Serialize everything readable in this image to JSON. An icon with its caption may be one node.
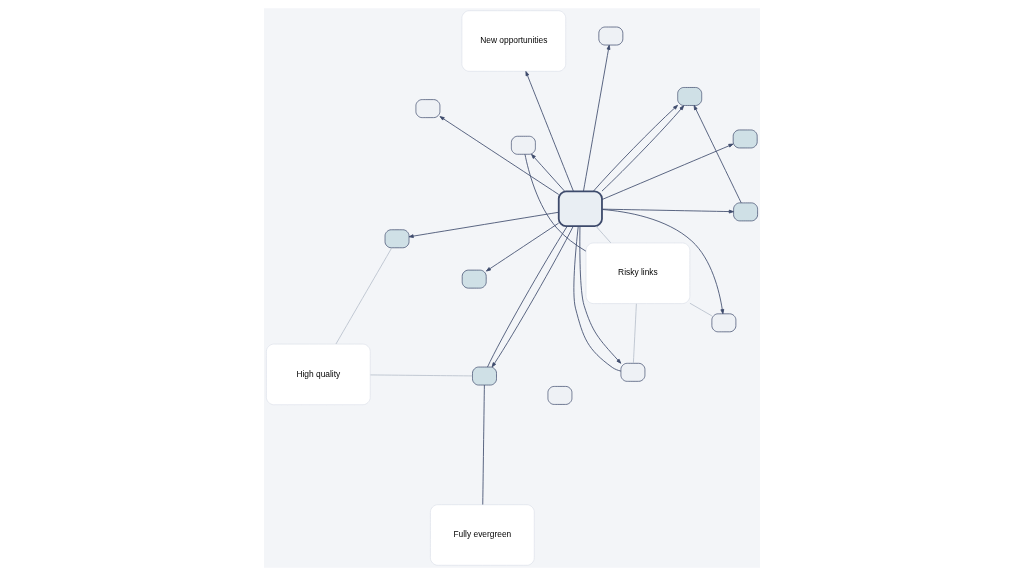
{
  "diagram": {
    "nodes": [
      {
        "text": [
          "High quality"
        ]
      },
      {
        "text": [
          "Risky links"
        ]
      },
      {
        "text": [
          "Fully evergreen"
        ]
      },
      {
        "text": [
          "New opportunities"
        ]
      },
      {
        "text": [],
        "shape": "box"
      },
      {
        "text": [],
        "shape": "box"
      },
      {
        "text": [],
        "shape": "box"
      },
      {
        "text": [],
        "shape": "box"
      },
      {
        "text": [],
        "shape": "box"
      },
      {
        "text": [],
        "shape": "box"
      },
      {
        "text": [],
        "shape": "box"
      },
      {
        "text": [],
        "shape": "box"
      },
      {
        "text": [],
        "shape": "box"
      },
      {
        "text": [],
        "shape": "box"
      },
      {
        "text": [],
        "shape": "box"
      },
      {
        "text": [],
        "shape": "box"
      },
      {
        "text": [],
        "shape": "box"
      }
    ],
    "edges": [
      {
        "from": 4,
        "to": 5,
        "arrow": "to"
      },
      {
        "from": 4,
        "to": 6,
        "arrow": "to"
      },
      {
        "from": 4,
        "to": 7,
        "arrow": "to"
      },
      {
        "from": 4,
        "to": 8,
        "arrow": "to"
      },
      {
        "from": 4,
        "to": 9,
        "arrow": "to"
      },
      {
        "from": 4,
        "to": 10,
        "arrow": "to"
      },
      {
        "from": 4,
        "to": 11,
        "arrow": "to"
      },
      {
        "from": 4,
        "to": 12,
        "arrow": "to"
      },
      {
        "from": 4,
        "to": 14,
        "arrow": "to"
      },
      {
        "from": 4,
        "to": 14,
        "arrow": "to"
      },
      {
        "from": 4,
        "to": 15,
        "arrow": "to"
      },
      {
        "from": 4,
        "to": 16,
        "arrow": "to"
      },
      {
        "from": 4,
        "to": 3,
        "arrow": "to"
      },
      {
        "from": 16,
        "to": 14,
        "arrow": "to"
      },
      {
        "from": 4,
        "to": 10,
        "arrow": "none"
      },
      {
        "from": 4,
        "to": 9,
        "arrow": "none"
      },
      {
        "from": 2,
        "to": 10,
        "arrow": "none"
      },
      {
        "from": 1,
        "to": 11,
        "arrow": "none"
      },
      {
        "from": 0,
        "to": 8,
        "arrow": "none",
        "color": "#b8c0cc"
      },
      {
        "from": 0,
        "to": 10,
        "arrow": "none",
        "color": "#b8c0cc"
      },
      {
        "from": 1,
        "to": 7,
        "arrow": "none",
        "color": "#b8c0cc"
      },
      {
        "from": 1,
        "to": 9,
        "arrow": "none",
        "color": "#b8c0cc"
      },
      {
        "from": 4,
        "to": 1,
        "arrow": "none",
        "color": "#b8c0cc"
      }
    ]
  }
}
